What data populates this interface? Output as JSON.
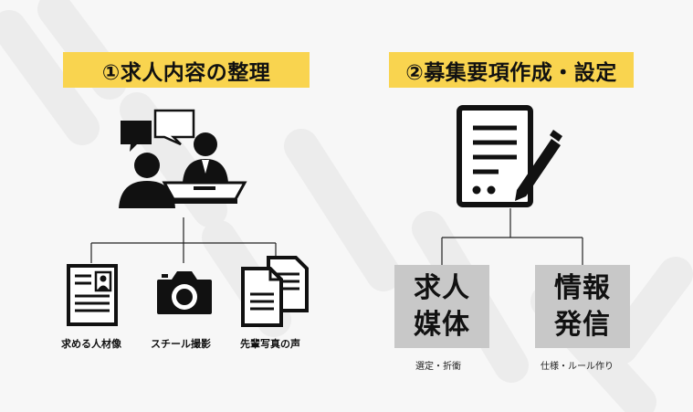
{
  "left": {
    "title": "①求人内容の整理",
    "items": [
      {
        "caption": "求める人材像",
        "icon": "profile-document-icon"
      },
      {
        "caption": "スチール撮影",
        "icon": "camera-icon"
      },
      {
        "caption": "先輩写真の声",
        "icon": "documents-icon"
      }
    ],
    "main_icon": "interview-icon"
  },
  "right": {
    "title": "②募集要項作成・設定",
    "main_icon": "document-pen-icon",
    "boxes": [
      {
        "line1": "求人",
        "line2": "媒体",
        "caption": "選定・折衝"
      },
      {
        "line1": "情報",
        "line2": "発信",
        "caption": "仕様・ルール作り"
      }
    ]
  },
  "colors": {
    "title_bg": "#f9d44f",
    "box_bg": "#c8c8c8",
    "background": "#f7f7f7"
  }
}
